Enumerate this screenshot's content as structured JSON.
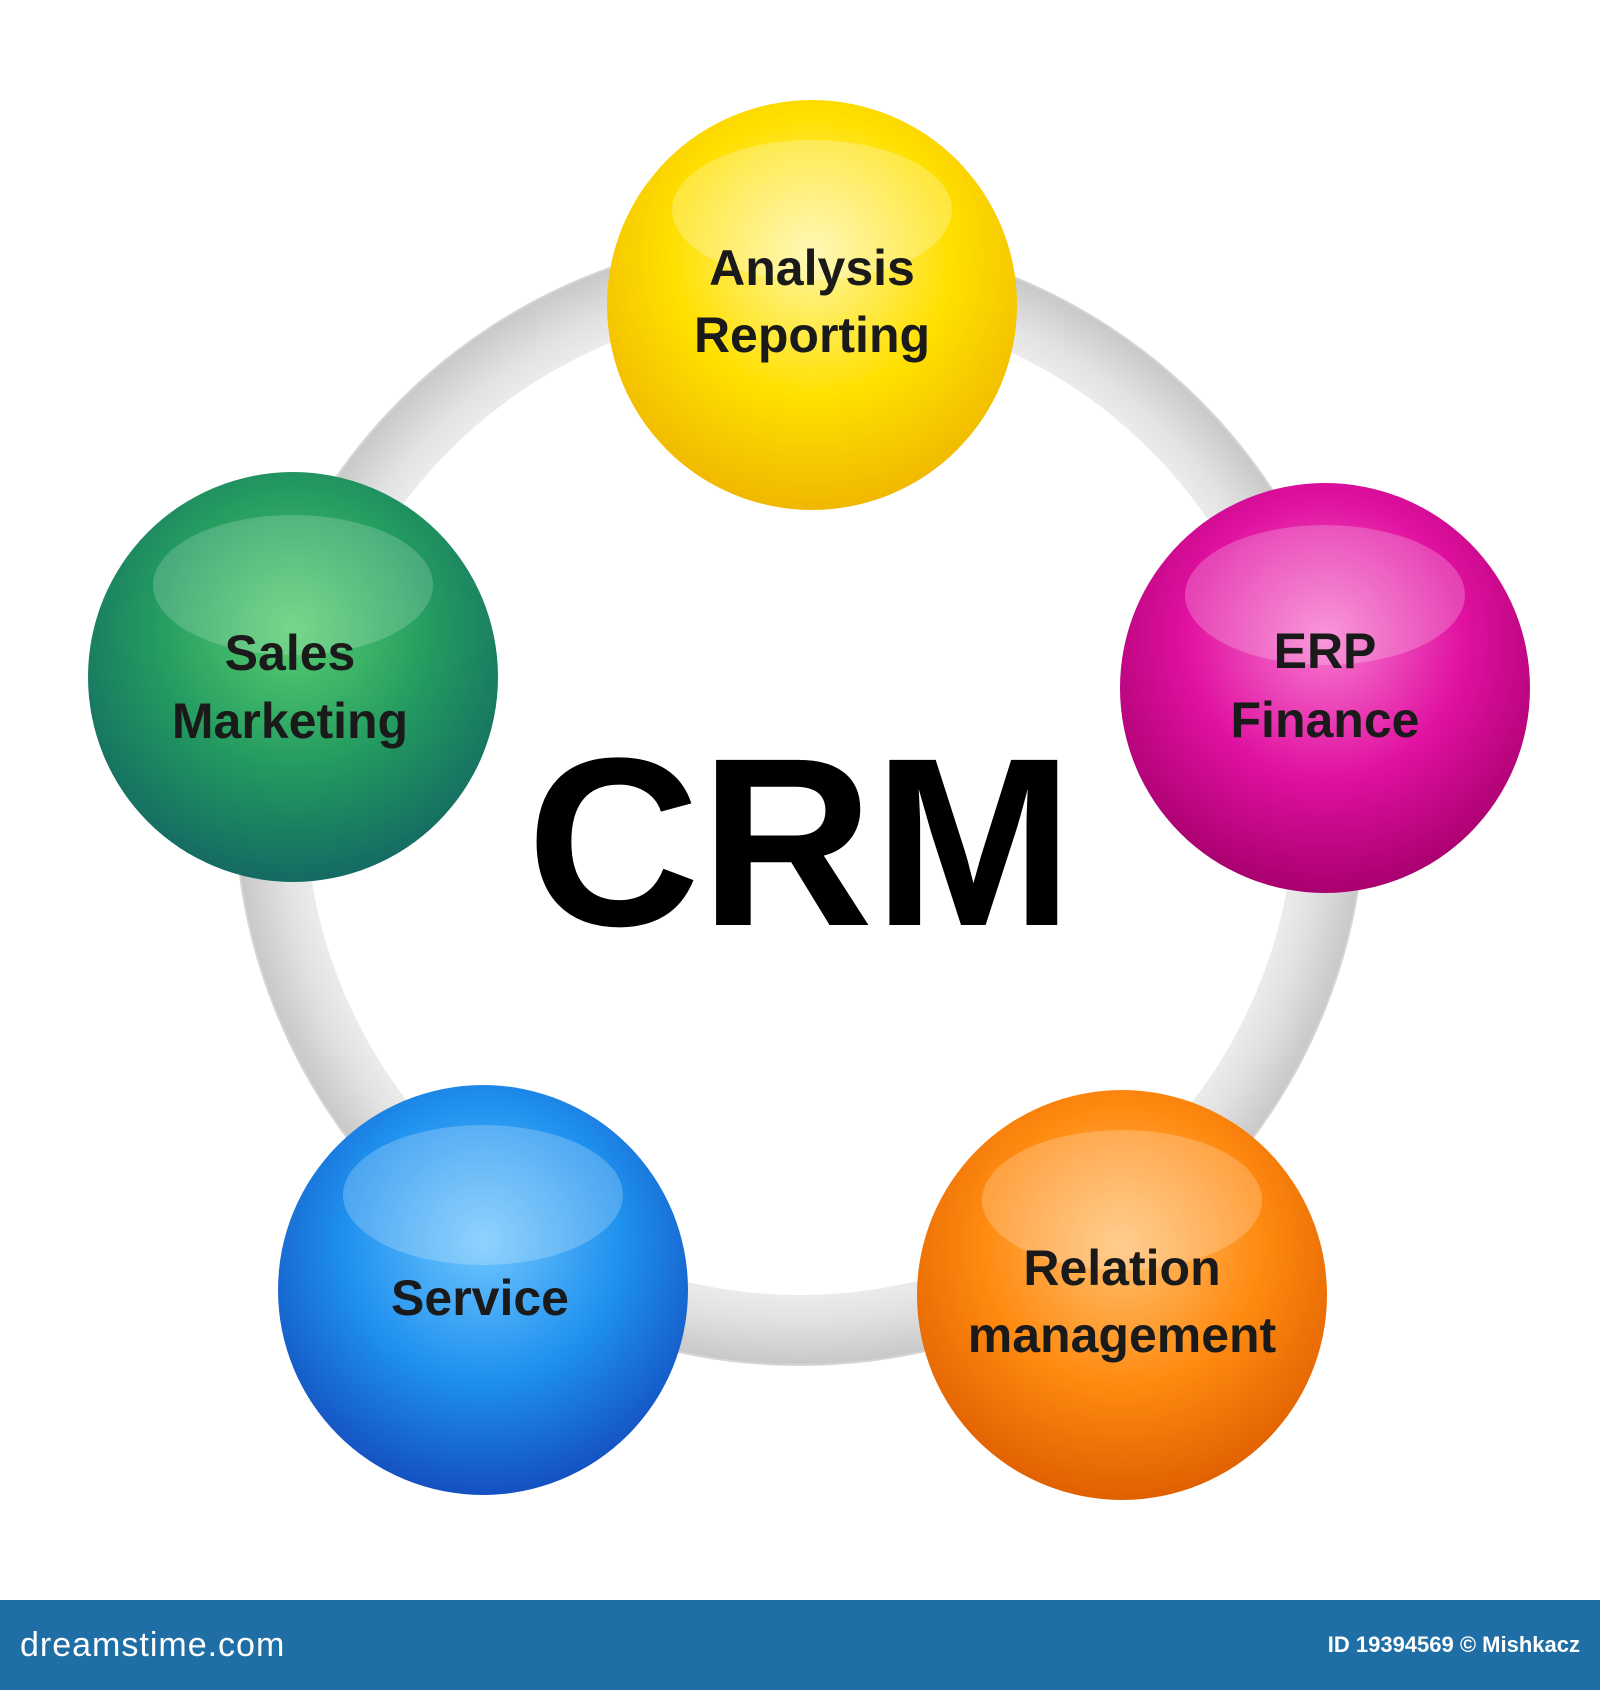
{
  "diagram": {
    "center": "CRM",
    "nodes": [
      {
        "id": "analysis",
        "lines": [
          "Analysis",
          "Reporting"
        ],
        "color": "#ffd400"
      },
      {
        "id": "erp",
        "lines": [
          "ERP",
          "Finance"
        ],
        "color": "#e010a0"
      },
      {
        "id": "relation",
        "lines": [
          "Relation",
          "management"
        ],
        "color": "#ff8a10"
      },
      {
        "id": "service",
        "lines": [
          "Service"
        ],
        "color": "#1e88e6"
      },
      {
        "id": "sales",
        "lines": [
          "Sales",
          "Marketing"
        ],
        "color": "#2a9a6a"
      }
    ]
  },
  "footer": {
    "brand": "dreamstime.com",
    "id_text": "ID 19394569 © Mishkacz"
  }
}
